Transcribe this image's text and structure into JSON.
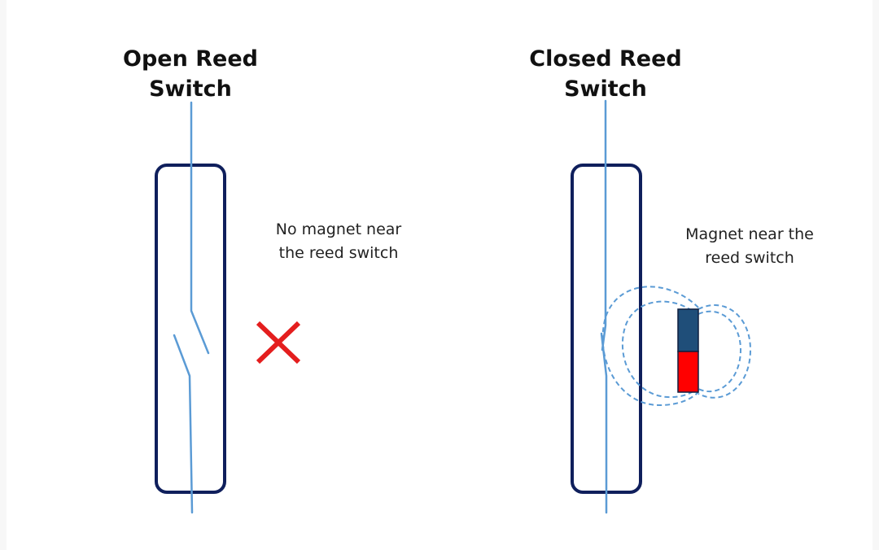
{
  "open_switch": {
    "title_line1": "Open Reed",
    "title_line2": "Switch",
    "note_line1": "No magnet near",
    "note_line2": "the reed switch",
    "status_icon": "red-x-icon"
  },
  "closed_switch": {
    "title_line1": "Closed Reed",
    "title_line2": "Switch",
    "note_line1": "Magnet near the",
    "note_line2": "reed switch",
    "magnet_icon": "bar-magnet-icon"
  },
  "colors": {
    "capsule_outline": "#0f1f5c",
    "reed_wire": "#5b9bd5",
    "field_lines": "#5b9bd5",
    "x_mark": "#e41e1e",
    "magnet_north": "#1f4e79",
    "magnet_south": "#ff0000"
  }
}
